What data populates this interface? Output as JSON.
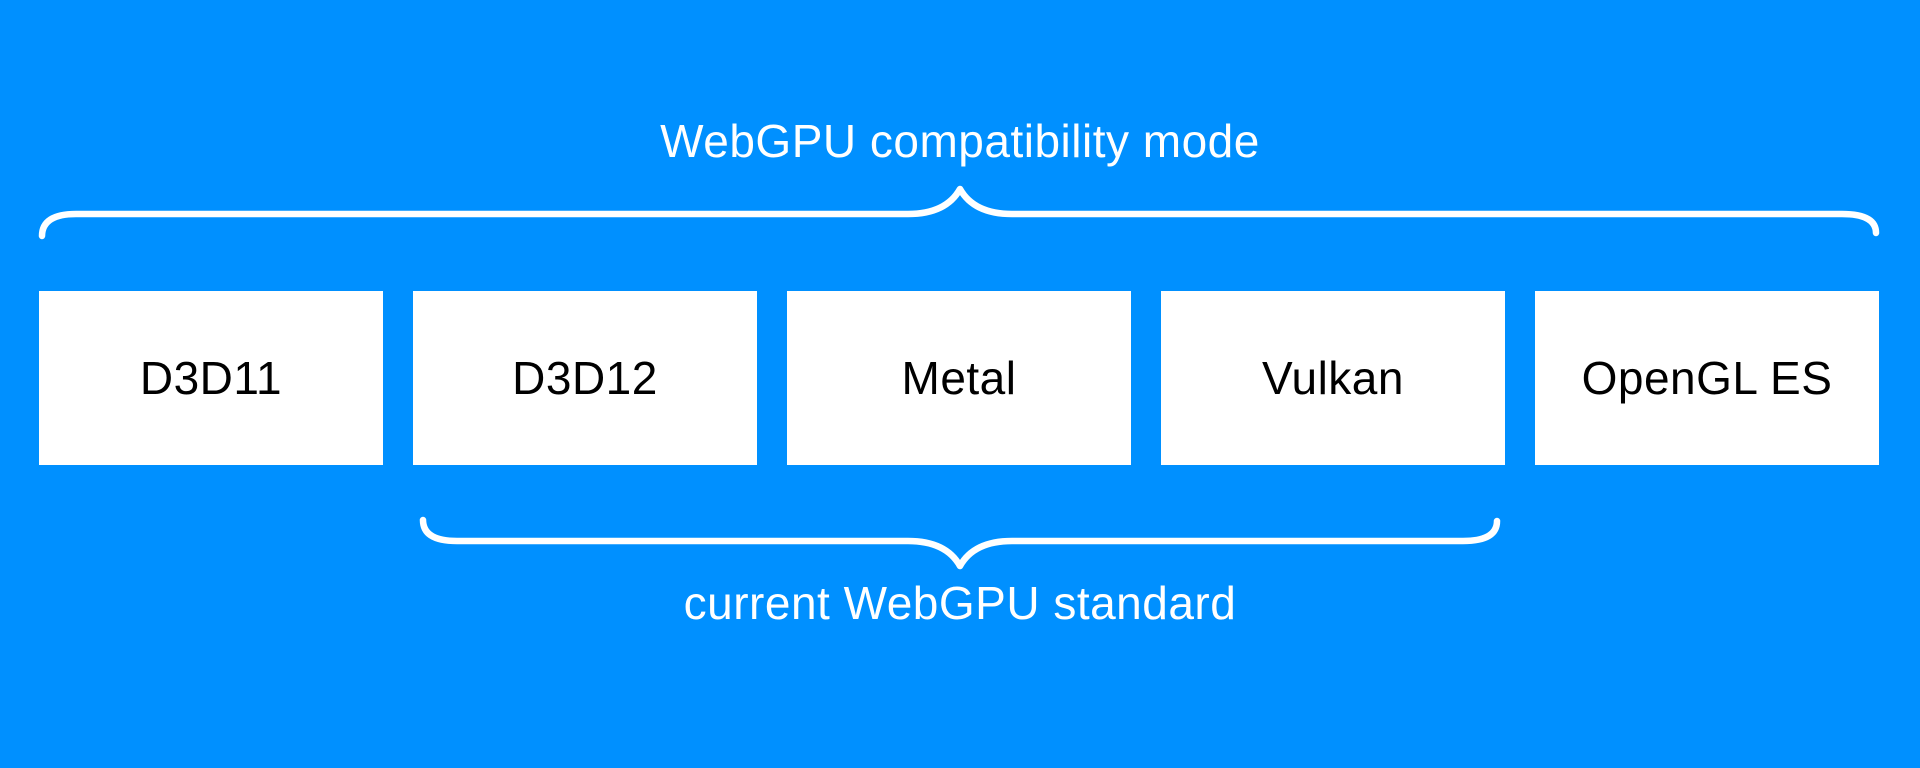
{
  "diagram": {
    "top_caption": "WebGPU compatibility mode",
    "bottom_caption": "current WebGPU standard",
    "boxes": [
      {
        "label": "D3D11"
      },
      {
        "label": "D3D12"
      },
      {
        "label": "Metal"
      },
      {
        "label": "Vulkan"
      },
      {
        "label": "OpenGL ES"
      }
    ],
    "colors": {
      "background": "#0090FF",
      "box_fill": "#FFFFFF",
      "box_text": "#000000",
      "brace": "#FFFFFF",
      "caption_text": "#FFFFFF"
    }
  }
}
